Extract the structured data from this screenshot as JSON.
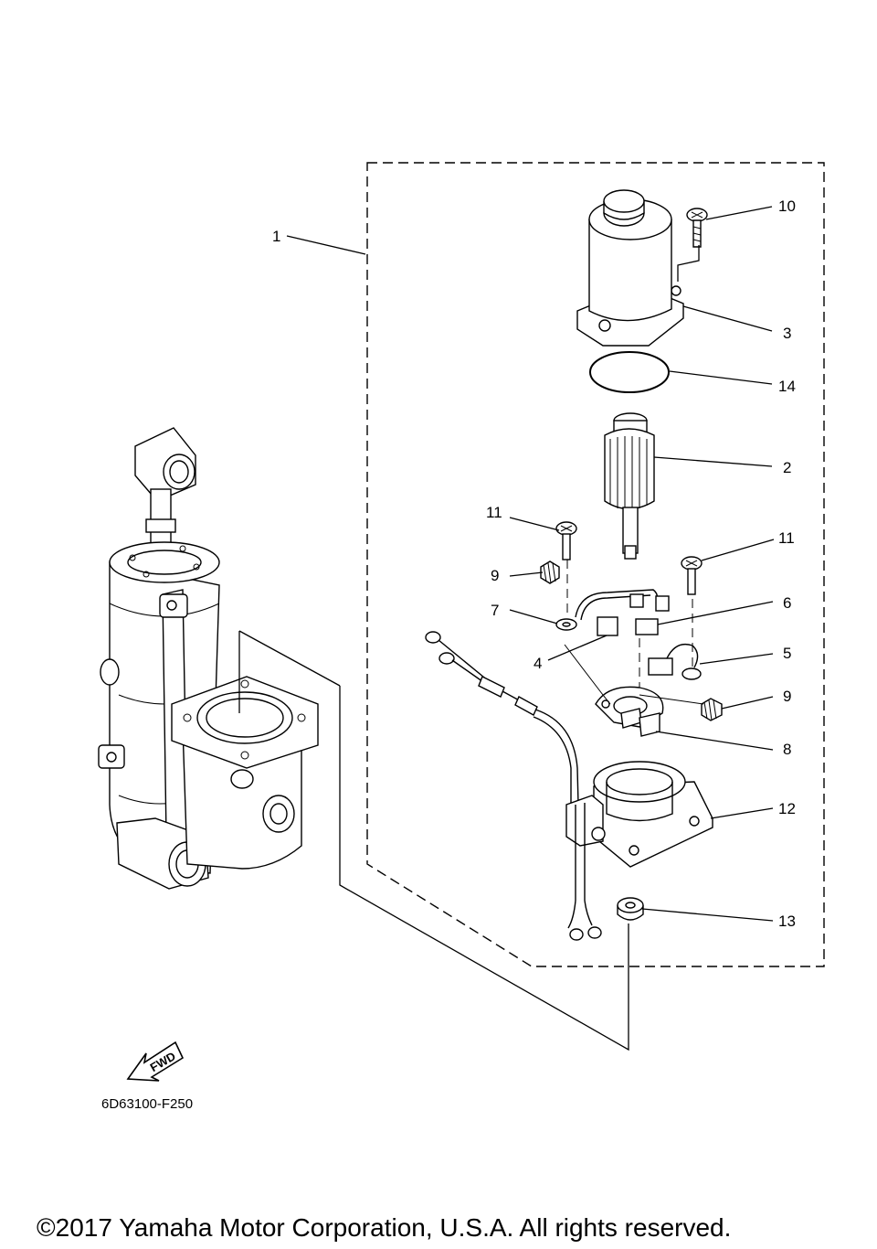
{
  "callouts": {
    "c1": "1",
    "c2": "2",
    "c3": "3",
    "c4": "4",
    "c5": "5",
    "c6": "6",
    "c7": "7",
    "c8": "8",
    "c9a": "9",
    "c9b": "9",
    "c10": "10",
    "c11a": "11",
    "c11b": "11",
    "c12": "12",
    "c13": "13",
    "c14": "14"
  },
  "fwd_label": "FWD",
  "diagram_code": "6D63100-F250",
  "copyright": "©2017 Yamaha Motor Corporation, U.S.A. All rights reserved.",
  "colors": {
    "line": "#000000",
    "background": "#ffffff"
  }
}
